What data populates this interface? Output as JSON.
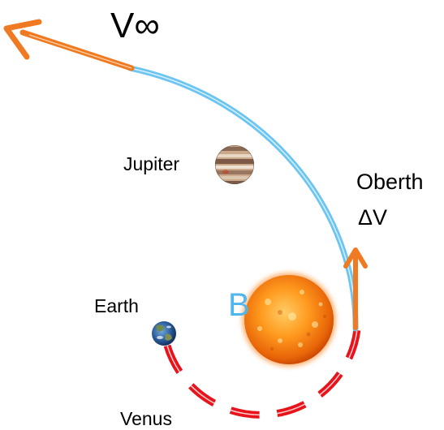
{
  "labels": {
    "v_infinity": "V∞",
    "jupiter": "Jupiter",
    "oberth": "Oberth",
    "delta_v": "ΔV",
    "earth": "Earth",
    "venus": "Venus",
    "point_b": "B"
  },
  "colors": {
    "trajectory_blue": "#6cc4f2",
    "velocity_arrow_orange": "#f07a22",
    "venus_orbit_red": "#e8141c",
    "sun_core": "#ff9a1e",
    "sun_edge": "#d94c04"
  },
  "icons": [
    "sun-icon",
    "jupiter-icon",
    "earth-icon"
  ]
}
